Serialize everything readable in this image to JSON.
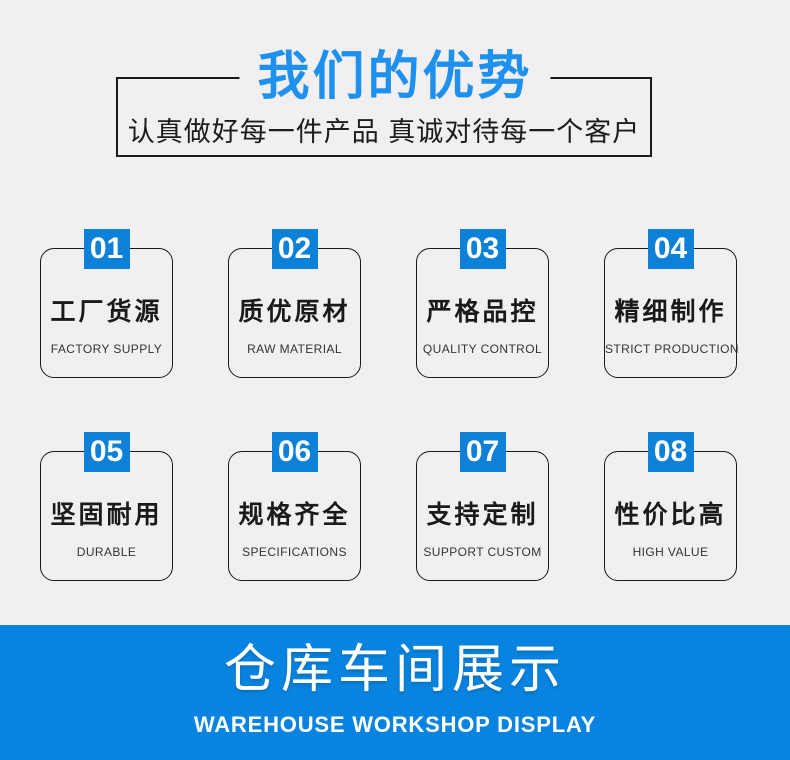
{
  "page": {
    "background": "#f2eff0",
    "accent_blue": "#1e90ee",
    "badge_blue": "#0d80d8",
    "banner_blue": "#0884e0"
  },
  "header": {
    "title": "我们的优势",
    "subtitle": "认真做好每一件产品 真诚对待每一个客户"
  },
  "advantages": [
    {
      "num": "01",
      "title": "工厂货源",
      "caption": "FACTORY SUPPLY"
    },
    {
      "num": "02",
      "title": "质优原材",
      "caption": "RAW MATERIAL"
    },
    {
      "num": "03",
      "title": "严格品控",
      "caption": "QUALITY CONTROL"
    },
    {
      "num": "04",
      "title": "精细制作",
      "caption": "STRICT PRODUCTION"
    },
    {
      "num": "05",
      "title": "坚固耐用",
      "caption": "DURABLE"
    },
    {
      "num": "06",
      "title": "规格齐全",
      "caption": "SPECIFICATIONS"
    },
    {
      "num": "07",
      "title": "支持定制",
      "caption": "SUPPORT CUSTOM"
    },
    {
      "num": "08",
      "title": "性价比高",
      "caption": "HIGH VALUE"
    }
  ],
  "banner": {
    "title": "仓库车间展示",
    "subtitle": "WAREHOUSE WORKSHOP DISPLAY"
  }
}
